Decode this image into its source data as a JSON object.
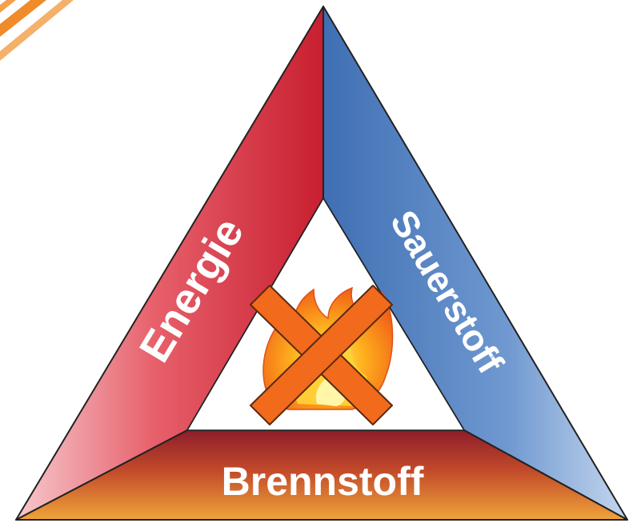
{
  "diagram": {
    "sides": {
      "left": {
        "label": "Energie",
        "color": "#d9303d"
      },
      "right": {
        "label": "Sauerstoff",
        "color": "#3d6fb5"
      },
      "bottom": {
        "label": "Brennstoff",
        "color": "#d8732a"
      }
    },
    "center": {
      "icon": "fire-icon",
      "overlay_icon": "cross-icon",
      "overlay_color": "#f26a1b"
    },
    "corner_decoration": {
      "icon": "orange-stripes-icon",
      "color": "#f08a2a"
    }
  }
}
